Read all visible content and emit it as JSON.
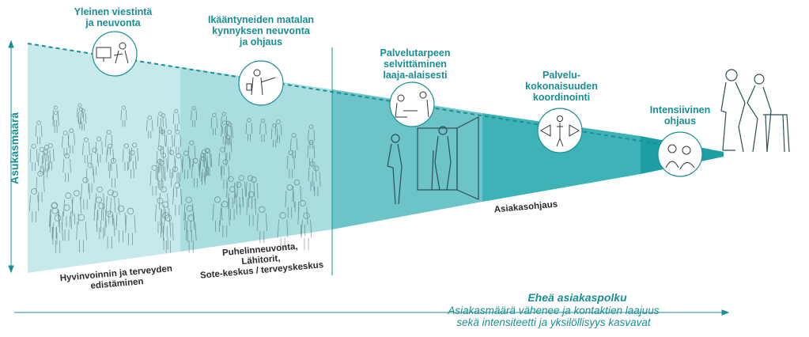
{
  "y_axis_label": "Asukasmäärä",
  "top_labels": [
    {
      "lines": [
        "Yleinen viestintä",
        "ja neuvonta"
      ]
    },
    {
      "lines": [
        "Ikääntyneiden matalan",
        "kynnyksen neuvonta",
        "ja ohjaus"
      ]
    },
    {
      "lines": [
        "Palvelutarpeen",
        "selvittäminen",
        "laaja-alaisesti"
      ]
    },
    {
      "lines": [
        "Palvelu-",
        "kokonaisuuden",
        "koordinointi"
      ]
    },
    {
      "lines": [
        "Intensiivinen",
        "ohjaus"
      ]
    }
  ],
  "bottom_labels": {
    "health": [
      "Hyvinvoinnin ja terveyden",
      "edistäminen"
    ],
    "phone": [
      "Puhelinneuvonta,",
      "Lähitorit,",
      "Sote-keskus / terveyskeskus"
    ],
    "asiakasohjaus": "Asiakasohjaus"
  },
  "path": {
    "title": "Eheä asiakaspolku",
    "subtitle": [
      "Asiakasmäärä vähenee ja kontaktien laajuus",
      "sekä intensiteetti ja yksilöllisyys kasvavat"
    ]
  },
  "icons": [
    "computer-user-icon",
    "presenter-icon",
    "consultation-icon",
    "coordination-icon",
    "caregiver-icon",
    "crowd-illustration",
    "door-illustration",
    "walker-illustration"
  ],
  "colors": {
    "teal": "#1a8f93",
    "light_teal": "#b9e3e5",
    "mid_teal": "#6cc4c8",
    "dark_teal": "#1d9ea3"
  }
}
